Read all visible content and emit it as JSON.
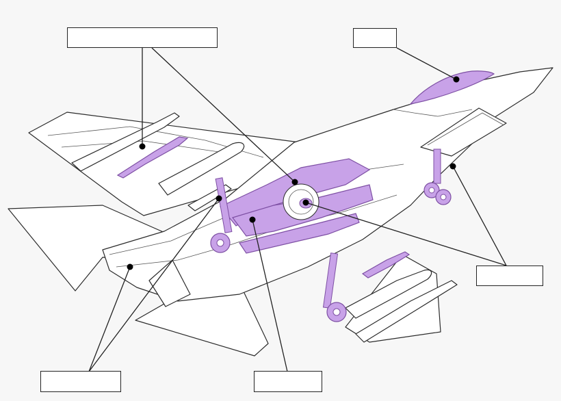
{
  "diagram": {
    "background_color": "#f7f7f7",
    "airframe_color": "#ffffff",
    "highlight_color": "#c8a2e8",
    "highlight_stroke": "#7d4fa3",
    "outline_color": "#2b2b2b",
    "labels": [
      {
        "id": "top-center",
        "text": ""
      },
      {
        "id": "top-right",
        "text": ""
      },
      {
        "id": "right",
        "text": ""
      },
      {
        "id": "bottom-left",
        "text": ""
      },
      {
        "id": "bottom-center",
        "text": ""
      }
    ]
  }
}
